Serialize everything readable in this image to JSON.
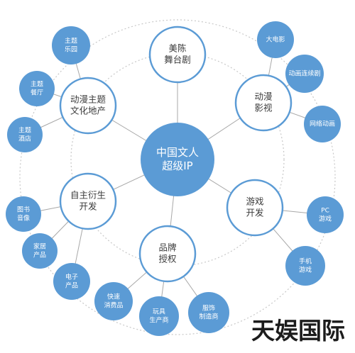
{
  "center": {
    "lines": [
      "中国文人",
      "超级IP"
    ]
  },
  "mid_nodes": [
    {
      "id": "stage",
      "lines": [
        "美陈",
        "舞台剧"
      ]
    },
    {
      "id": "anime",
      "lines": [
        "动漫",
        "影视"
      ]
    },
    {
      "id": "game",
      "lines": [
        "游戏",
        "开发"
      ]
    },
    {
      "id": "brand",
      "lines": [
        "品牌",
        "授权"
      ]
    },
    {
      "id": "derive",
      "lines": [
        "自主衍生",
        "开发"
      ]
    },
    {
      "id": "realty",
      "lines": [
        "动漫主题",
        "文化地产"
      ]
    }
  ],
  "sat_nodes": [
    {
      "id": "movie",
      "lines": [
        "大电影"
      ]
    },
    {
      "id": "serial",
      "lines": [
        "动画连续剧"
      ]
    },
    {
      "id": "web-anime",
      "lines": [
        "网络动画"
      ]
    },
    {
      "id": "pc-game",
      "lines": [
        "PC",
        "游戏"
      ]
    },
    {
      "id": "mobile-game",
      "lines": [
        "手机",
        "游戏"
      ]
    },
    {
      "id": "apparel",
      "lines": [
        "服饰",
        "制造商"
      ]
    },
    {
      "id": "toy",
      "lines": [
        "玩具",
        "生产商"
      ]
    },
    {
      "id": "fmcg",
      "lines": [
        "快速",
        "消费品"
      ]
    },
    {
      "id": "electronic",
      "lines": [
        "电子",
        "产品"
      ]
    },
    {
      "id": "home",
      "lines": [
        "家居",
        "产品"
      ]
    },
    {
      "id": "book",
      "lines": [
        "图书",
        "音像"
      ]
    },
    {
      "id": "hotel",
      "lines": [
        "主题",
        "酒店"
      ]
    },
    {
      "id": "restaurant",
      "lines": [
        "主题",
        "餐厅"
      ]
    },
    {
      "id": "park",
      "lines": [
        "主题",
        "乐园"
      ]
    }
  ],
  "watermark": "天娱国际",
  "colors": {
    "node_fill": "#5b9bd5",
    "mid_stroke": "#5b9bd5",
    "line": "#a8a8a8"
  }
}
